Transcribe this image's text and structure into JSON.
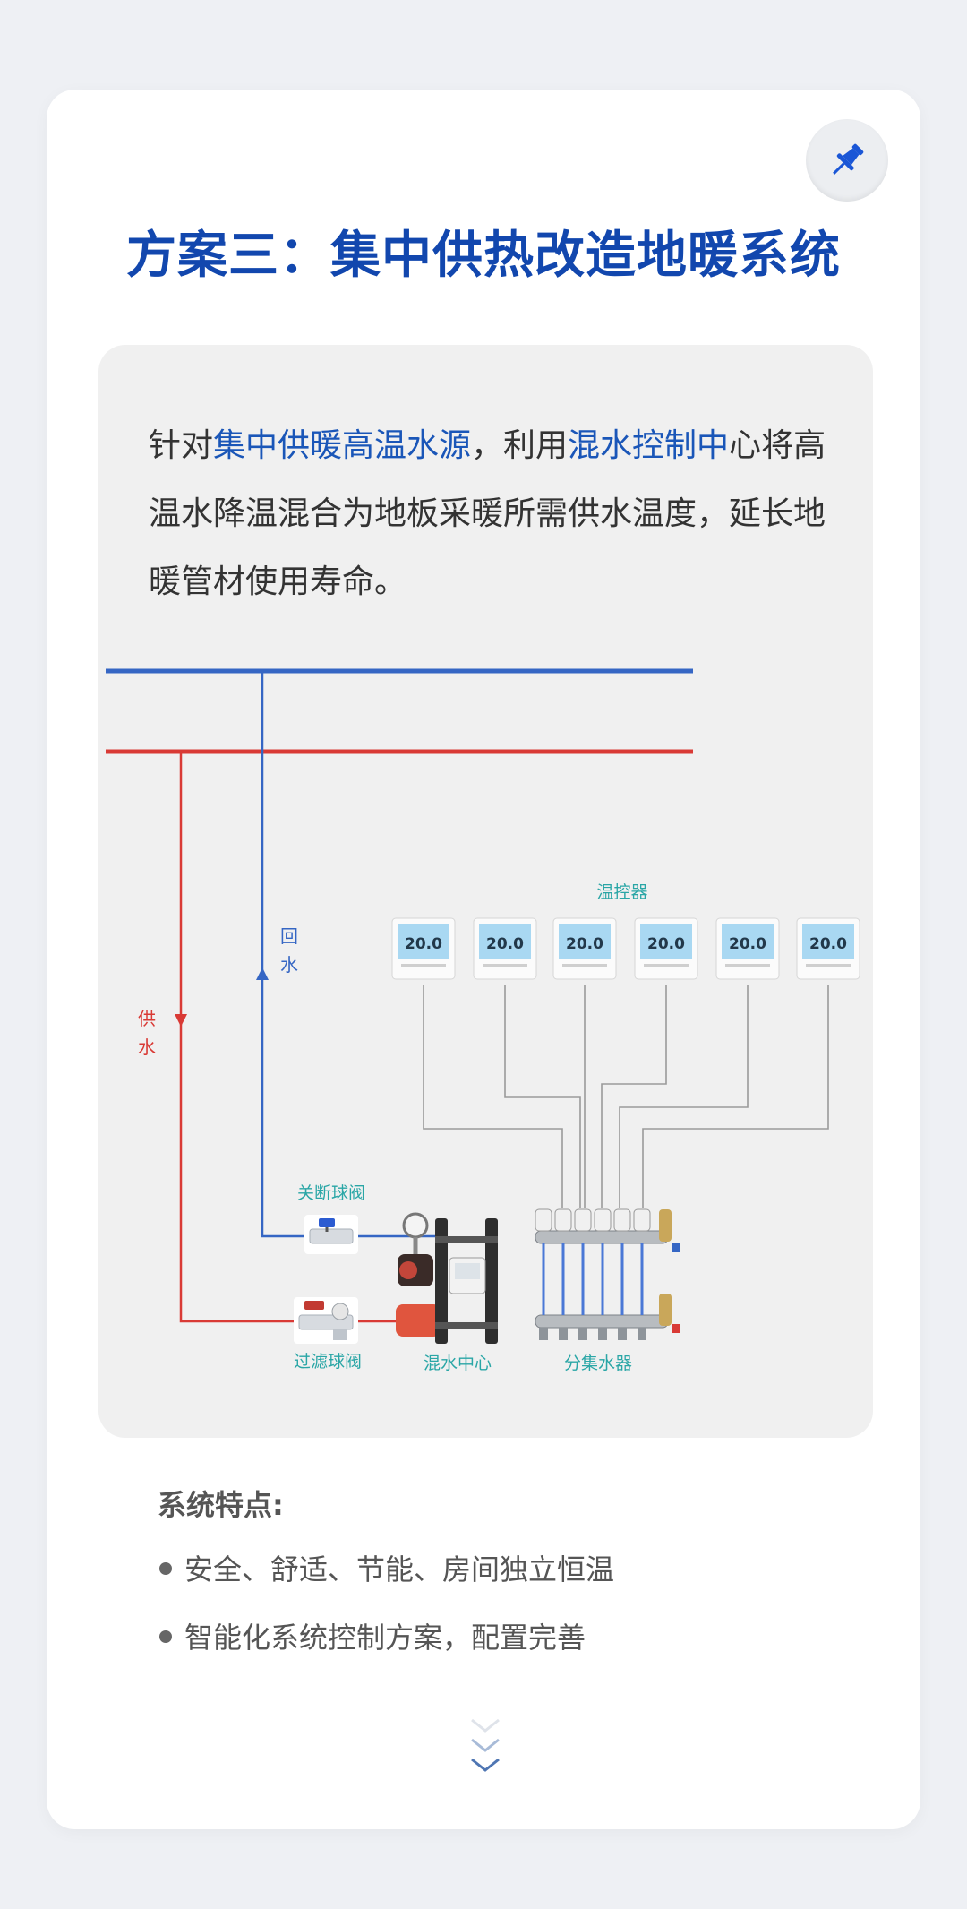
{
  "title": "方案三：集中供热改造地暖系统",
  "pin_icon": "pushpin-icon",
  "intro": {
    "seg1": "针对",
    "seg2": "集中供暖高温水源",
    "seg3": "，利用",
    "seg4": "混水控制中",
    "seg5": "心将高温水降温混合为地板采暖所需供水温度，延长地暖管材使用寿命。"
  },
  "diagram": {
    "return_label_1": "回",
    "return_label_2": "水",
    "supply_label_1": "供",
    "supply_label_2": "水",
    "thermostat_label": "温控器",
    "thermostat_reading": "20.0",
    "shutoff_valve_label": "关断球阀",
    "filter_valve_label": "过滤球阀",
    "mixing_center_label": "混水中心",
    "manifold_label": "分集水器",
    "colors": {
      "return": "#3566c4",
      "supply": "#d93a35",
      "label_teal": "#2aa6a6"
    }
  },
  "features": {
    "title": "系统特点:",
    "items": [
      "安全、舒适、节能、房间独立恒温",
      "智能化系统控制方案，配置完善"
    ]
  },
  "scroll_icon": "chevron-down-icon"
}
